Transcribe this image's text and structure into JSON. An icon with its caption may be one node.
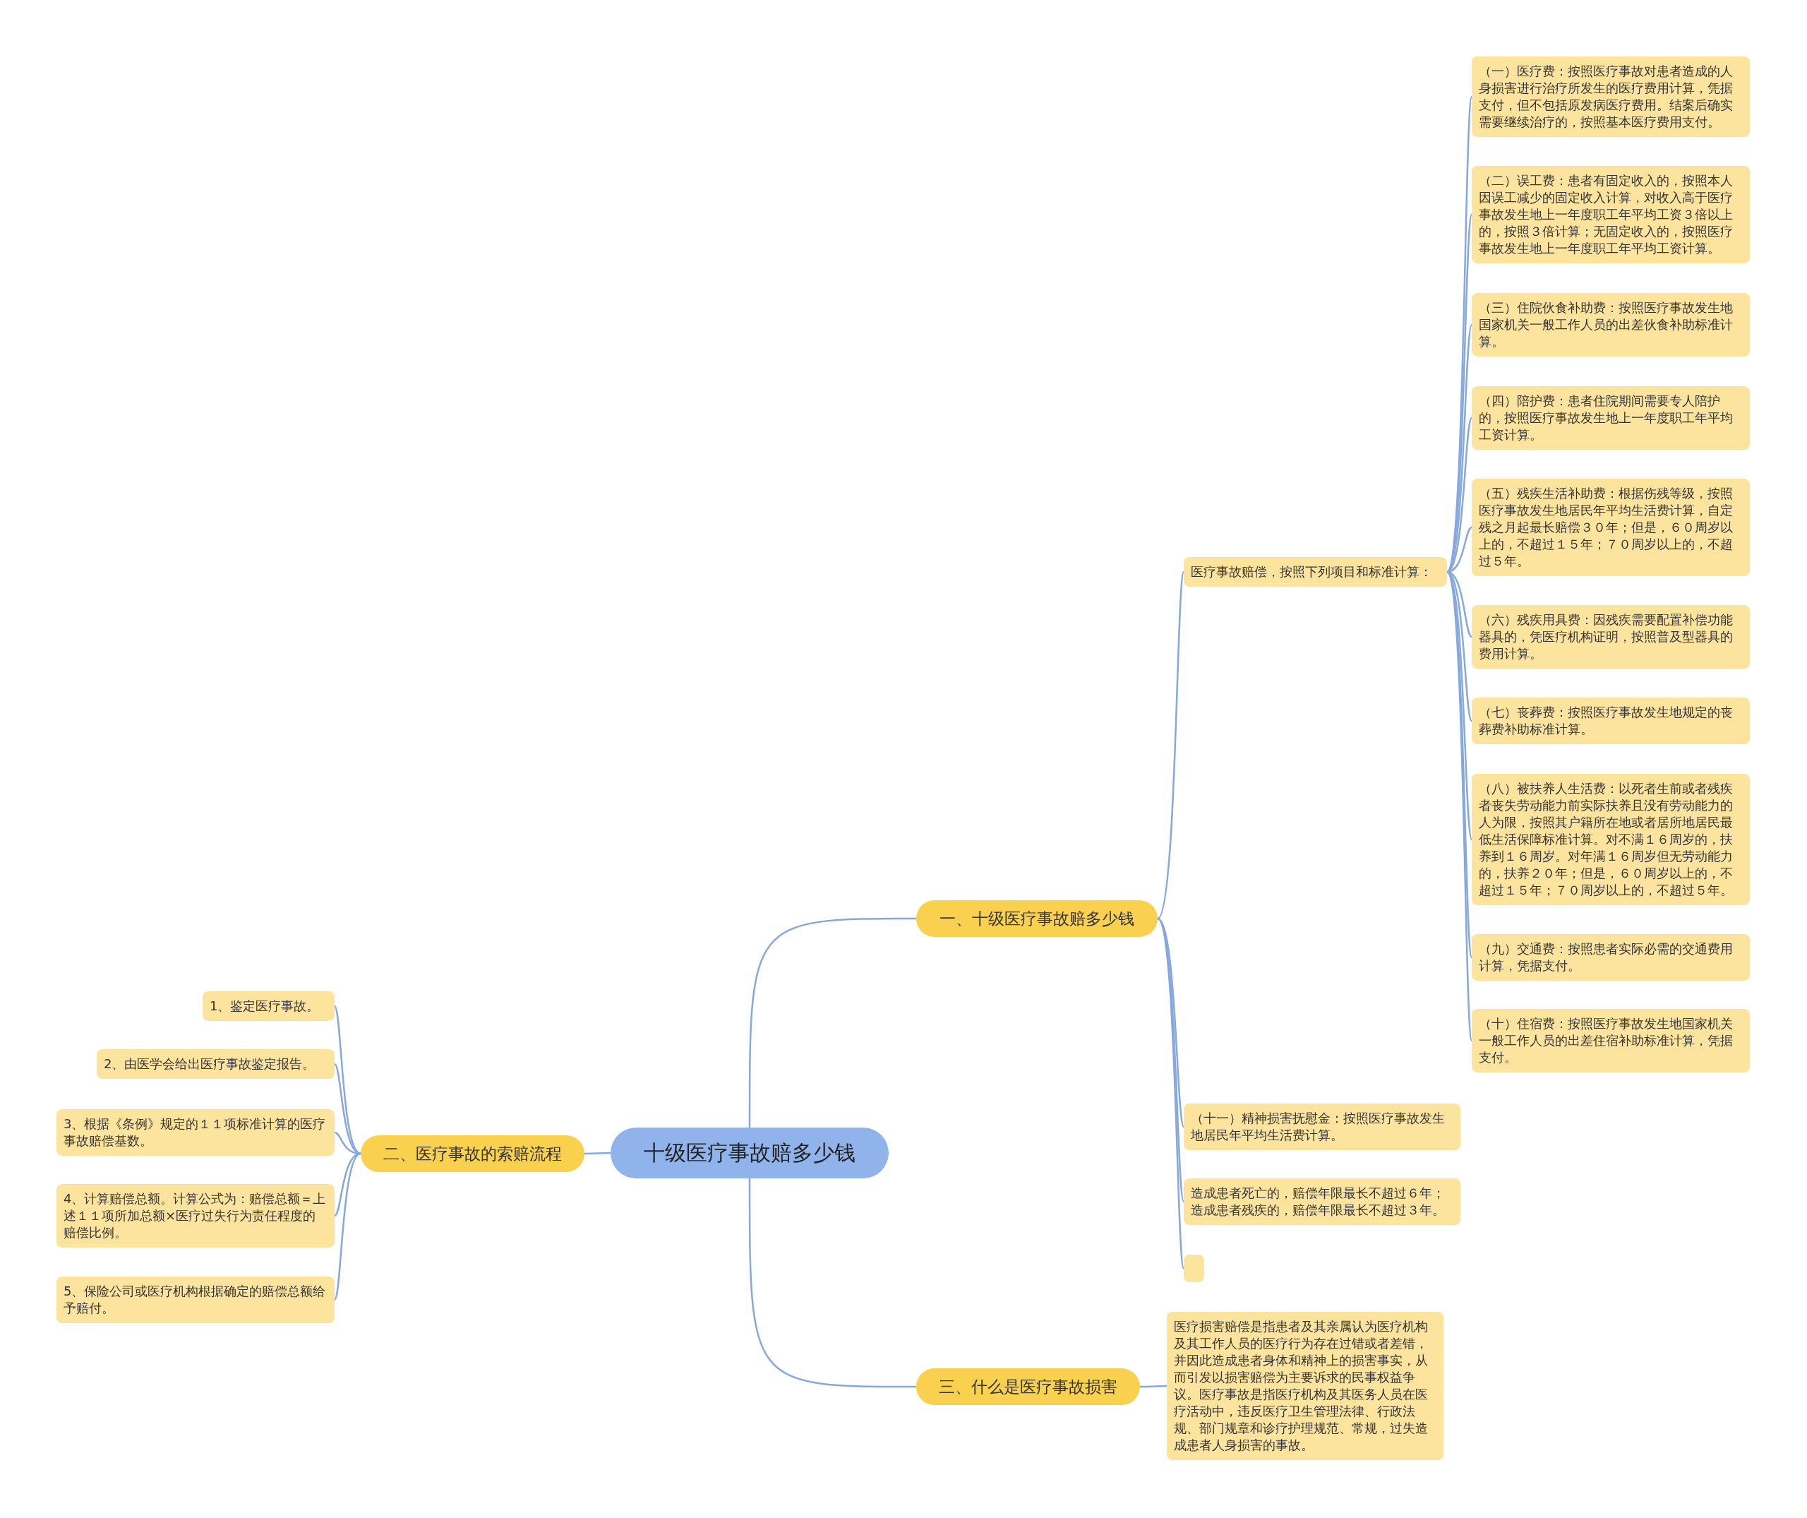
{
  "diagram": {
    "nodes": [
      {
        "text": [
          "十级医疗事故赔多少钱"
        ]
      },
      {
        "text": [
          "一、十级医疗事故赔多少钱"
        ]
      },
      {
        "text": [
          "医疗事故赔偿，按照下列项目和标准计算："
        ]
      },
      {
        "text": [
          "（一）医疗费：按照医疗事故对患者造成的人身损害进行治疗所发生的医疗费用计算，凭据支付，但不包括原发病医疗费用。结案后确实需要继续治疗的，按照基本医疗费用支付。"
        ]
      },
      {
        "text": [
          "（二）误工费：患者有固定收入的，按照本人因误工减少的固定收入计算，对收入高于医疗事故发生地上一年度职工年平均工资３倍以上的，按照３倍计算；无固定收入的，按照医疗事故发生地上一年度职工年平均工资计算。"
        ]
      },
      {
        "text": [
          "（三）住院伙食补助费：按照医疗事故发生地国家机关一般工作人员的出差伙食补助标准计算。"
        ]
      },
      {
        "text": [
          "（四）陪护费：患者住院期间需要专人陪护的，按照医疗事故发生地上一年度职工年平均工资计算。"
        ]
      },
      {
        "text": [
          "（五）残疾生活补助费：根据伤残等级，按照医疗事故发生地居民年平均生活费计算，自定残之月起最长赔偿３０年；但是，６０周岁以上的，不超过１５年；７０周岁以上的，不超过５年。"
        ]
      },
      {
        "text": [
          "（六）残疾用具费：因残疾需要配置补偿功能器具的，凭医疗机构证明，按照普及型器具的费用计算。"
        ]
      },
      {
        "text": [
          "（七）丧葬费：按照医疗事故发生地规定的丧葬费补助标准计算。"
        ]
      },
      {
        "text": [
          "（八）被扶养人生活费：以死者生前或者残疾者丧失劳动能力前实际扶养且没有劳动能力的人为限，按照其户籍所在地或者居所地居民最低生活保障标准计算。对不满１６周岁的，扶养到１６周岁。对年满１６周岁但无劳动能力的，扶养２０年；但是，６０周岁以上的，不超过１５年；７０周岁以上的，不超过５年。"
        ]
      },
      {
        "text": [
          "（九）交通费：按照患者实际必需的交通费用计算，凭据支付。"
        ]
      },
      {
        "text": [
          "（十）住宿费：按照医疗事故发生地国家机关一般工作人员的出差住宿补助标准计算，凭据支付。"
        ]
      },
      {
        "text": [
          "（十一）精神损害抚慰金：按照医疗事故发生地居民年平均生活费计算。"
        ]
      },
      {
        "text": [
          "造成患者死亡的，赔偿年限最长不超过６年；造成患者残疾的，赔偿年限最长不超过３年。"
        ]
      },
      {
        "text": [],
        "shape": "box"
      },
      {
        "text": [
          "二、医疗事故的索赔流程"
        ]
      },
      {
        "text": [
          "1、鉴定医疗事故。"
        ]
      },
      {
        "text": [
          "2、由医学会给出医疗事故鉴定报告。"
        ]
      },
      {
        "text": [
          "3、根据《条例》规定的１１项标准计算的医疗事故赔偿基数。"
        ]
      },
      {
        "text": [
          "4、计算赔偿总额。计算公式为：赔偿总额＝上述１１项所加总额×医疗过失行为责任程度的赔偿比例。"
        ]
      },
      {
        "text": [
          "5、保险公司或医疗机构根据确定的赔偿总额给予赔付。"
        ]
      },
      {
        "text": [
          "三、什么是医疗事故损害"
        ]
      },
      {
        "text": [
          "医疗损害赔偿是指患者及其亲属认为医疗机构及其工作人员的医疗行为存在过错或者差错，并因此造成患者身体和精神上的损害事实，从而引发以损害赔偿为主要诉求的民事权益争议。医疗事故是指医疗机构及其医务人员在医疗活动中，违反医疗卫生管理法律、行政法规、部门规章和诊疗护理规范、常规，过失造成患者人身损害的事故。"
        ]
      }
    ],
    "edges": [
      {
        "from": 0,
        "to": 1,
        "arrow": "none"
      },
      {
        "from": 1,
        "to": 2,
        "arrow": "none"
      },
      {
        "from": 2,
        "to": 3,
        "arrow": "none"
      },
      {
        "from": 2,
        "to": 4,
        "arrow": "none"
      },
      {
        "from": 2,
        "to": 5,
        "arrow": "none"
      },
      {
        "from": 2,
        "to": 6,
        "arrow": "none"
      },
      {
        "from": 2,
        "to": 7,
        "arrow": "none"
      },
      {
        "from": 2,
        "to": 8,
        "arrow": "none"
      },
      {
        "from": 2,
        "to": 9,
        "arrow": "none"
      },
      {
        "from": 2,
        "to": 10,
        "arrow": "none"
      },
      {
        "from": 2,
        "to": 11,
        "arrow": "none"
      },
      {
        "from": 2,
        "to": 12,
        "arrow": "none"
      },
      {
        "from": 1,
        "to": 13,
        "arrow": "none"
      },
      {
        "from": 1,
        "to": 14,
        "arrow": "none"
      },
      {
        "from": 1,
        "to": 15,
        "arrow": "none"
      },
      {
        "from": 0,
        "to": 16,
        "arrow": "none"
      },
      {
        "from": 16,
        "to": 17,
        "arrow": "none"
      },
      {
        "from": 16,
        "to": 18,
        "arrow": "none"
      },
      {
        "from": 16,
        "to": 19,
        "arrow": "none"
      },
      {
        "from": 16,
        "to": 20,
        "arrow": "none"
      },
      {
        "from": 16,
        "to": 21,
        "arrow": "none"
      },
      {
        "from": 0,
        "to": 22,
        "arrow": "none"
      },
      {
        "from": 22,
        "to": 23,
        "arrow": "none"
      }
    ]
  }
}
